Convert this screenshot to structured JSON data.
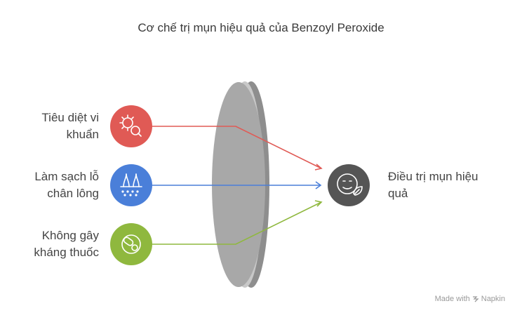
{
  "title": "Cơ chế trị mụn hiệu quả của Benzoyl Peroxide",
  "inputs": [
    {
      "line1": "Tiêu diệt vi",
      "line2": "khuẩn",
      "icon": "bacteria-search-icon",
      "color": "#e05a55"
    },
    {
      "line1": "Làm sạch lỗ",
      "line2": "chân lông",
      "icon": "skin-pores-icon",
      "color": "#4a7fd9"
    },
    {
      "line1": "Không gây",
      "line2": "kháng thuốc",
      "icon": "pill-icon",
      "color": "#8fb83e"
    }
  ],
  "output": {
    "line1": "Điều trị mụn hiệu",
    "line2": "quả",
    "icon": "face-leaf-icon",
    "color": "#555555"
  },
  "lens_color": "#a8a8a8",
  "watermark": {
    "prefix": "Made with",
    "brand": "Napkin"
  }
}
